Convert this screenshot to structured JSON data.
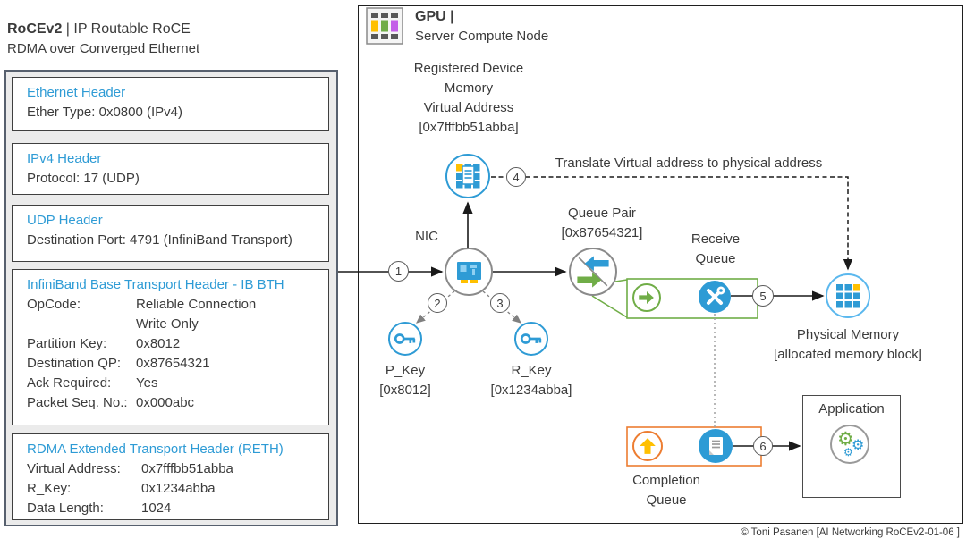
{
  "colors": {
    "accent_blue": "#2E9BD5",
    "green": "#70AD47",
    "orange": "#ED7D31",
    "amber": "#FFC000",
    "purple": "#C45FE8",
    "dark_gray": "#595959"
  },
  "left_panel": {
    "title_bold": "RoCEv2 ",
    "title_rest": "| IP Routable RoCE",
    "subtitle": "RDMA over Converged Ethernet",
    "headers": [
      {
        "title": "Ethernet Header",
        "lines": [
          {
            "label": "",
            "value": "Ether Type: 0x0800 (IPv4)"
          }
        ]
      },
      {
        "title": "IPv4 Header",
        "lines": [
          {
            "label": "",
            "value": "Protocol: 17 (UDP)"
          }
        ]
      },
      {
        "title": "UDP Header",
        "lines": [
          {
            "label": "",
            "value": "Destination Port: 4791 (InfiniBand Transport)"
          }
        ]
      },
      {
        "title": "InfiniBand Base Transport Header - IB BTH",
        "lines": [
          {
            "label": "OpCode:",
            "value": "Reliable Connection"
          },
          {
            "label": "",
            "value": "Write Only"
          },
          {
            "label": "Partition Key:",
            "value": "0x8012"
          },
          {
            "label": "Destination QP:",
            "value": "0x87654321"
          },
          {
            "label": "Ack Required:",
            "value": "Yes"
          },
          {
            "label": "Packet Seq. No.:",
            "value": "0x000abc"
          }
        ]
      },
      {
        "title": "RDMA Extended Transport Header (RETH)",
        "lines": [
          {
            "label": "Virtual Address:",
            "value": "0x7fffbb51abba"
          },
          {
            "label": "R_Key:",
            "value": "0x1234abba"
          },
          {
            "label": "Data Length:",
            "value": "1024"
          }
        ]
      }
    ]
  },
  "right_panel": {
    "header": {
      "title": "GPU |",
      "subtitle": "Server Compute Node"
    },
    "registered_memory": {
      "line1": "Registered Device",
      "line2": "Memory",
      "line3": "Virtual Address",
      "line4": "[0x7fffbb51abba]"
    },
    "nic_label": "NIC",
    "queue_pair": {
      "label": "Queue Pair",
      "address": "[0x87654321]"
    },
    "receive_queue": {
      "line1": "Receive",
      "line2": "Queue"
    },
    "physical_memory": {
      "label": "Physical Memory",
      "sublabel": "[allocated memory block]"
    },
    "p_key": {
      "label": "P_Key",
      "value": "[0x8012]"
    },
    "r_key": {
      "label": "R_Key",
      "value": "[0x1234abba]"
    },
    "completion_queue": {
      "line1": "Completion",
      "line2": "Queue"
    },
    "application_label": "Application",
    "translate_annotation": "Translate Virtual address to physical address",
    "steps": [
      "1",
      "2",
      "3",
      "4",
      "5",
      "6"
    ]
  },
  "footer": "© Toni Pasanen [AI Networking RoCEv2-01-06 ]"
}
